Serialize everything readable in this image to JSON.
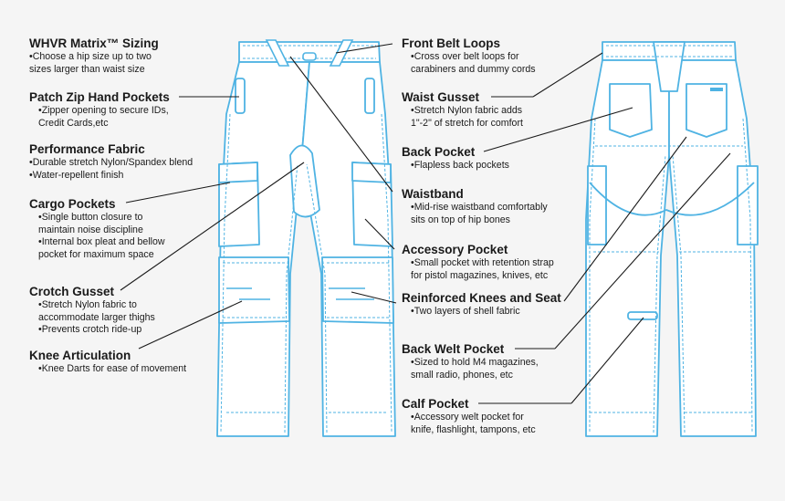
{
  "left_annotations": [
    {
      "id": "sizing",
      "title": "WHVR Matrix™ Sizing",
      "lines": [
        "•Choose a hip size up to two",
        "sizes larger than waist size"
      ]
    },
    {
      "id": "patch-zip",
      "title": "Patch Zip Hand Pockets",
      "lines": [
        "•Zipper opening to secure IDs,",
        "Credit Cards,etc"
      ]
    },
    {
      "id": "fabric",
      "title": "Performance Fabric",
      "lines": [
        "•Durable stretch Nylon/Spandex blend",
        "•Water-repellent finish"
      ]
    },
    {
      "id": "cargo",
      "title": "Cargo Pockets",
      "lines": [
        "•Single button closure to",
        "maintain noise discipline",
        "•Internal box pleat and bellow",
        "pocket for maximum space"
      ]
    },
    {
      "id": "crotch",
      "title": "Crotch Gusset",
      "lines": [
        "•Stretch Nylon fabric to",
        "accommodate larger thighs",
        "•Prevents crotch ride-up"
      ]
    },
    {
      "id": "knee",
      "title": "Knee Articulation",
      "lines": [
        "•Knee Darts for ease of movement"
      ]
    }
  ],
  "middle_annotations": [
    {
      "id": "belt-loops",
      "title": "Front Belt Loops",
      "lines": [
        "•Cross over belt loops for",
        "carabiners and dummy cords"
      ]
    },
    {
      "id": "waist-gusset",
      "title": "Waist Gusset",
      "lines": [
        "•Stretch Nylon fabric adds",
        "1\"-2\" of stretch for comfort"
      ]
    },
    {
      "id": "back-pocket",
      "title": "Back Pocket",
      "lines": [
        "•Flapless back pockets"
      ]
    },
    {
      "id": "waistband",
      "title": "Waistband",
      "lines": [
        "•Mid-rise waistband comfortably",
        "sits on top of hip bones"
      ]
    },
    {
      "id": "accessory",
      "title": "Accessory Pocket",
      "lines": [
        "•Small pocket with retention strap",
        "for pistol magazines, knives, etc"
      ]
    },
    {
      "id": "reinforced",
      "title": "Reinforced Knees and Seat",
      "lines": [
        "•Two layers of shell fabric"
      ]
    },
    {
      "id": "back-welt",
      "title": "Back Welt Pocket",
      "lines": [
        "•Sized to hold M4 magazines,",
        "small radio, phones, etc"
      ]
    },
    {
      "id": "calf",
      "title": "Calf Pocket",
      "lines": [
        "•Accessory welt pocket for",
        "knife, flashlight, tampons, etc"
      ]
    }
  ],
  "colors": {
    "outline": "#4fb3e3",
    "fill": "#ffffff",
    "leader": "#1a1a1a",
    "background": "#f5f5f5"
  }
}
